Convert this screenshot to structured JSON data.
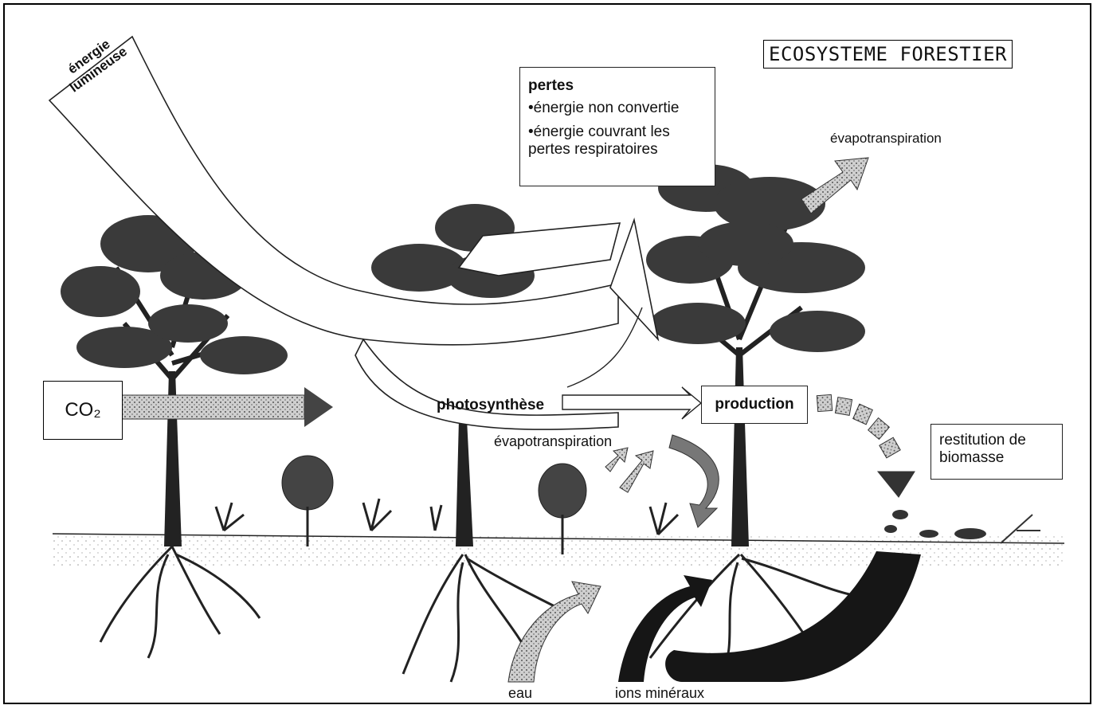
{
  "title": "ECOSYSTEME FORESTIER",
  "co2": "CO₂",
  "energy_label_line1": "énergie",
  "energy_label_line2": "lumineuse",
  "losses": {
    "heading": "pertes",
    "items": [
      "•énergie non convertie",
      "•énergie couvrant les pertes respiratoires"
    ]
  },
  "evapotranspiration_top": "évapotranspiration",
  "evapotranspiration_mid": "évapotranspiration",
  "photosynthesis": "photosynthèse",
  "production": "production",
  "restitution": "restitution de biomasse",
  "water": "eau",
  "mineral_ions": "ions minéraux",
  "colors": {
    "ink": "#111111",
    "foliage": "#3a3a3a",
    "stipple": "#9a9a9a",
    "dark_flow": "#161616"
  }
}
